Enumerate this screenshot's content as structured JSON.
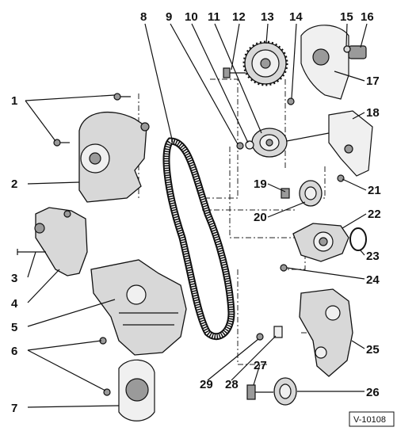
{
  "figure": {
    "reference": "V-10108",
    "callouts": [
      "1",
      "2",
      "3",
      "4",
      "5",
      "6",
      "7",
      "8",
      "9",
      "10",
      "11",
      "12",
      "13",
      "14",
      "15",
      "16",
      "17",
      "18",
      "19",
      "20",
      "21",
      "22",
      "23",
      "24",
      "25",
      "26",
      "27",
      "28",
      "29"
    ]
  }
}
